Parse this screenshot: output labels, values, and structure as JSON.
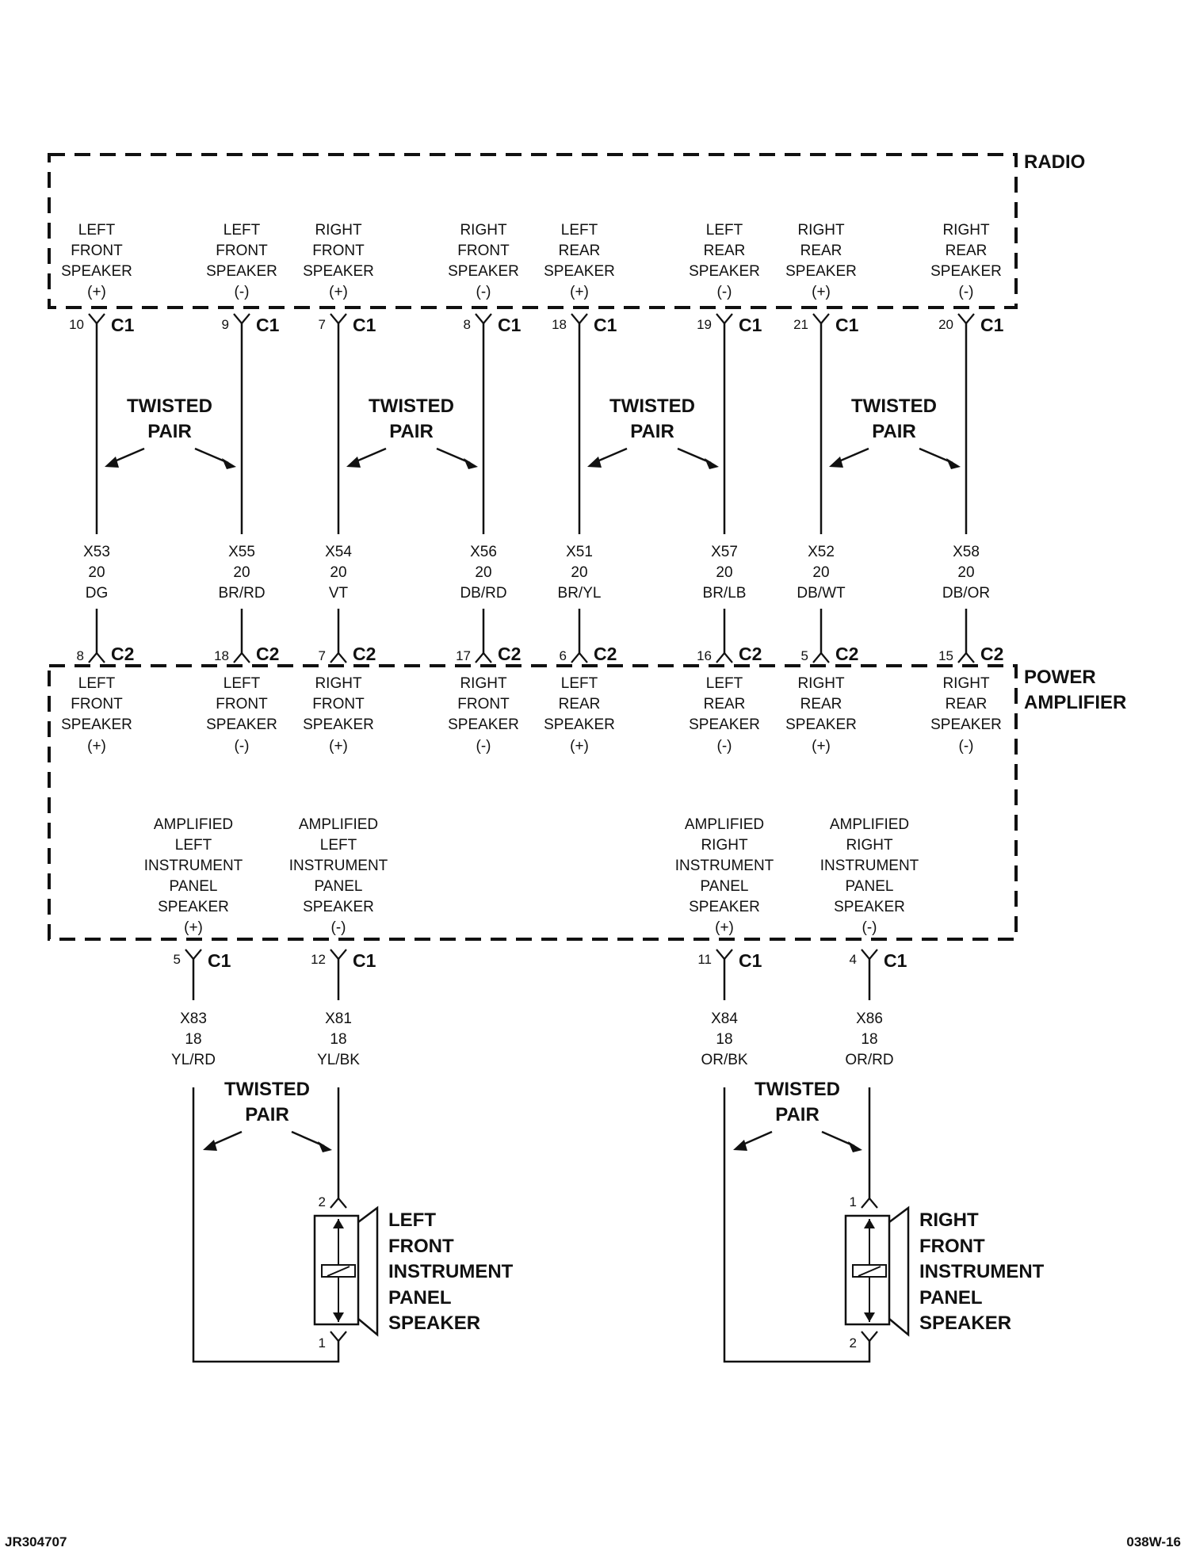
{
  "radio": {
    "title": "RADIO",
    "pins": [
      {
        "l1": "LEFT",
        "l2": "FRONT",
        "l3": "SPEAKER",
        "l4": "(+)",
        "pin": "10",
        "conn": "C1"
      },
      {
        "l1": "LEFT",
        "l2": "FRONT",
        "l3": "SPEAKER",
        "l4": "(-)",
        "pin": "9",
        "conn": "C1"
      },
      {
        "l1": "RIGHT",
        "l2": "FRONT",
        "l3": "SPEAKER",
        "l4": "(+)",
        "pin": "7",
        "conn": "C1"
      },
      {
        "l1": "RIGHT",
        "l2": "FRONT",
        "l3": "SPEAKER",
        "l4": "(-)",
        "pin": "8",
        "conn": "C1"
      },
      {
        "l1": "LEFT",
        "l2": "REAR",
        "l3": "SPEAKER",
        "l4": "(+)",
        "pin": "18",
        "conn": "C1"
      },
      {
        "l1": "LEFT",
        "l2": "REAR",
        "l3": "SPEAKER",
        "l4": "(-)",
        "pin": "19",
        "conn": "C1"
      },
      {
        "l1": "RIGHT",
        "l2": "REAR",
        "l3": "SPEAKER",
        "l4": "(+)",
        "pin": "21",
        "conn": "C1"
      },
      {
        "l1": "RIGHT",
        "l2": "REAR",
        "l3": "SPEAKER",
        "l4": "(-)",
        "pin": "20",
        "conn": "C1"
      }
    ]
  },
  "wires": [
    {
      "id": "X53",
      "gauge": "20",
      "color": "DG"
    },
    {
      "id": "X55",
      "gauge": "20",
      "color": "BR/RD"
    },
    {
      "id": "X54",
      "gauge": "20",
      "color": "VT"
    },
    {
      "id": "X56",
      "gauge": "20",
      "color": "DB/RD"
    },
    {
      "id": "X51",
      "gauge": "20",
      "color": "BR/YL"
    },
    {
      "id": "X57",
      "gauge": "20",
      "color": "BR/LB"
    },
    {
      "id": "X52",
      "gauge": "20",
      "color": "DB/WT"
    },
    {
      "id": "X58",
      "gauge": "20",
      "color": "DB/OR"
    }
  ],
  "twisted_pair": {
    "line1": "TWISTED",
    "line2": "PAIR"
  },
  "amplifier": {
    "title_line1": "POWER",
    "title_line2": "AMPLIFIER",
    "input_pins": [
      {
        "l1": "LEFT",
        "l2": "FRONT",
        "l3": "SPEAKER",
        "l4": "(+)",
        "pin": "8",
        "conn": "C2"
      },
      {
        "l1": "LEFT",
        "l2": "FRONT",
        "l3": "SPEAKER",
        "l4": "(-)",
        "pin": "18",
        "conn": "C2"
      },
      {
        "l1": "RIGHT",
        "l2": "FRONT",
        "l3": "SPEAKER",
        "l4": "(+)",
        "pin": "7",
        "conn": "C2"
      },
      {
        "l1": "RIGHT",
        "l2": "FRONT",
        "l3": "SPEAKER",
        "l4": "(-)",
        "pin": "17",
        "conn": "C2"
      },
      {
        "l1": "LEFT",
        "l2": "REAR",
        "l3": "SPEAKER",
        "l4": "(+)",
        "pin": "6",
        "conn": "C2"
      },
      {
        "l1": "LEFT",
        "l2": "REAR",
        "l3": "SPEAKER",
        "l4": "(-)",
        "pin": "16",
        "conn": "C2"
      },
      {
        "l1": "RIGHT",
        "l2": "REAR",
        "l3": "SPEAKER",
        "l4": "(+)",
        "pin": "5",
        "conn": "C2"
      },
      {
        "l1": "RIGHT",
        "l2": "REAR",
        "l3": "SPEAKER",
        "l4": "(-)",
        "pin": "15",
        "conn": "C2"
      }
    ],
    "output_pins": [
      {
        "l1": "AMPLIFIED",
        "l2": "LEFT",
        "l3": "INSTRUMENT",
        "l4": "PANEL",
        "l5": "SPEAKER",
        "l6": "(+)",
        "pin": "5",
        "conn": "C1"
      },
      {
        "l1": "AMPLIFIED",
        "l2": "LEFT",
        "l3": "INSTRUMENT",
        "l4": "PANEL",
        "l5": "SPEAKER",
        "l6": "(-)",
        "pin": "12",
        "conn": "C1"
      },
      {
        "l1": "AMPLIFIED",
        "l2": "RIGHT",
        "l3": "INSTRUMENT",
        "l4": "PANEL",
        "l5": "SPEAKER",
        "l6": "(+)",
        "pin": "11",
        "conn": "C1"
      },
      {
        "l1": "AMPLIFIED",
        "l2": "RIGHT",
        "l3": "INSTRUMENT",
        "l4": "PANEL",
        "l5": "SPEAKER",
        "l6": "(-)",
        "pin": "4",
        "conn": "C1"
      }
    ]
  },
  "output_wires": [
    {
      "id": "X83",
      "gauge": "18",
      "color": "YL/RD"
    },
    {
      "id": "X81",
      "gauge": "18",
      "color": "YL/BK"
    },
    {
      "id": "X84",
      "gauge": "18",
      "color": "OR/BK"
    },
    {
      "id": "X86",
      "gauge": "18",
      "color": "OR/RD"
    }
  ],
  "speakers": [
    {
      "l1": "LEFT",
      "l2": "FRONT",
      "l3": "INSTRUMENT",
      "l4": "PANEL",
      "l5": "SPEAKER",
      "top_pin": "2",
      "bottom_pin": "1"
    },
    {
      "l1": "RIGHT",
      "l2": "FRONT",
      "l3": "INSTRUMENT",
      "l4": "PANEL",
      "l5": "SPEAKER",
      "top_pin": "1",
      "bottom_pin": "2"
    }
  ],
  "footer": {
    "left": "JR304707",
    "right": "038W-16"
  }
}
